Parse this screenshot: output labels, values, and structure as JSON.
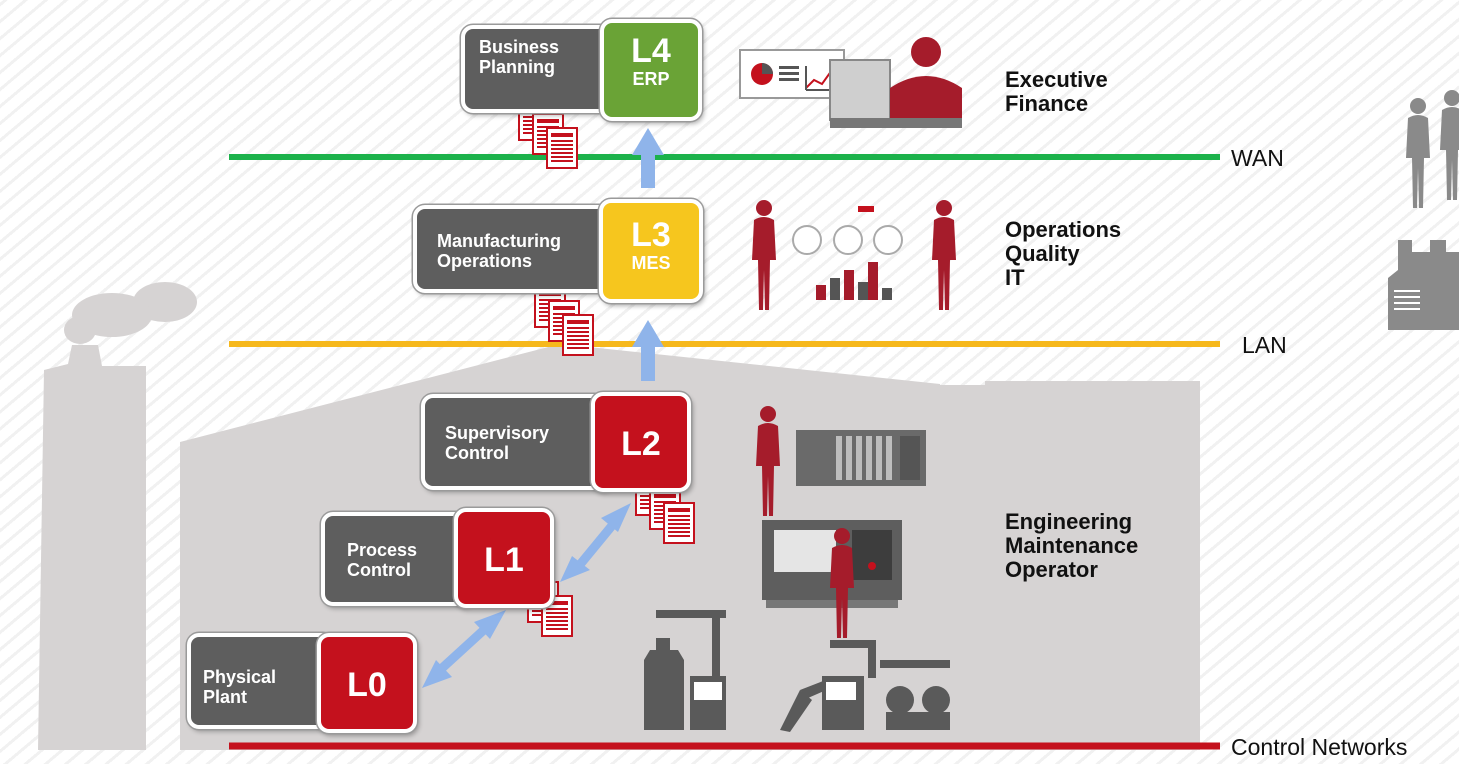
{
  "levels": [
    {
      "code": "L4",
      "sub": "ERP",
      "label": [
        "Business",
        "Planning"
      ],
      "color": "#6aa336"
    },
    {
      "code": "L3",
      "sub": "MES",
      "label": [
        "Manufacturing",
        "Operations"
      ],
      "color": "#f6c61e"
    },
    {
      "code": "L2",
      "sub": "",
      "label": [
        "Supervisory",
        "Control"
      ],
      "color": "#c4111d"
    },
    {
      "code": "L1",
      "sub": "",
      "label": [
        "Process",
        "Control"
      ],
      "color": "#c4111d"
    },
    {
      "code": "L0",
      "sub": "",
      "label": [
        "Physical",
        "Plant"
      ],
      "color": "#c4111d"
    }
  ],
  "roles": {
    "executive": [
      "Executive",
      "Finance"
    ],
    "operations": [
      "Operations",
      "Quality",
      "IT"
    ],
    "engineering": [
      "Engineering",
      "Maintenance",
      "Operator"
    ]
  },
  "networks": [
    {
      "label": "WAN",
      "color": "#1cb24b"
    },
    {
      "label": "LAN",
      "color": "#f6b81c"
    },
    {
      "label": "Control Networks",
      "color": "#c4111d"
    }
  ],
  "colors": {
    "card": "#5e5e5e",
    "arrow": "#8fb4ea",
    "document": "#c4111d",
    "building": "#d6d3d3",
    "silhouette": "#a51c2b"
  },
  "icons": [
    "document-stack-icon",
    "executive-desk-icon",
    "dashboard-icon",
    "engineer-icon",
    "plc-icon",
    "cnc-machine-icon",
    "plant-equipment-icon",
    "people-icon",
    "factory-icon"
  ]
}
